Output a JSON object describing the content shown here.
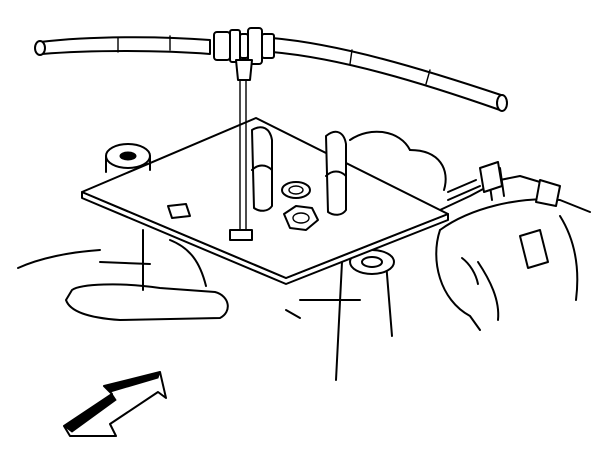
{
  "figure": {
    "labels": [],
    "background_color": "#ffffff",
    "line_color": "#000000",
    "parts": {
      "hose": "vacuum-hose",
      "connector": "hose-fitting-clip",
      "plate": "mounting-plate",
      "nut": "retaining-nut",
      "arrow": "front-direction-arrow"
    }
  }
}
